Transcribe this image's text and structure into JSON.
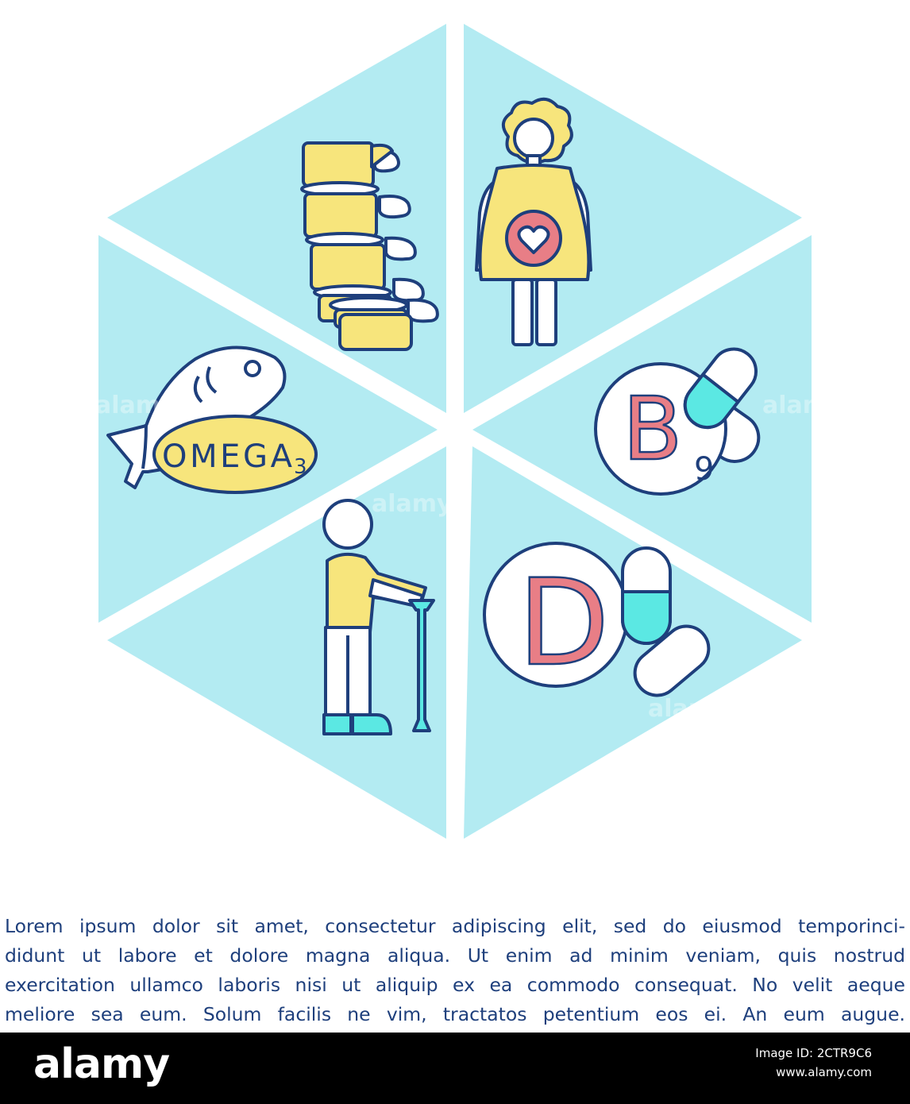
{
  "colors": {
    "panel": "#b3ebf2",
    "outline": "#1e3f7c",
    "yellow": "#f7e57c",
    "pink": "#e87e86",
    "cyan": "#5be8e3",
    "white": "#ffffff",
    "text": "#1e3f7c"
  },
  "icons": {
    "spine": "spine-icon",
    "pregnant": "pregnant-woman-icon",
    "vitamin_b9": "vitamin-b9-icon",
    "vitamin_d": "vitamin-d-icon",
    "elderly": "elderly-person-icon",
    "omega": "omega-3-fish-icon"
  },
  "labels": {
    "omega_main": "OMEGA",
    "omega_sub": "3",
    "b9_letter": "B",
    "b9_sub": "9",
    "d_letter": "D"
  },
  "body_text": [
    "Lorem ipsum dolor sit amet, consectetur adipiscing elit, sed do eiusmod temporinci-",
    "didunt ut labore et dolore magna aliqua. Ut enim ad minim veniam, quis nostrud",
    "exercitation ullamco laboris nisi ut aliquip ex ea commodo consequat. No velit aeque",
    "meliore sea eum. Solum facilis ne vim, tractatos petentium eos ei. An eum augue."
  ],
  "footer": {
    "brand": "alamy",
    "image_id_label": "Image ID: 2CTR9C6",
    "site": "www.alamy.com"
  },
  "watermark": "alamy"
}
